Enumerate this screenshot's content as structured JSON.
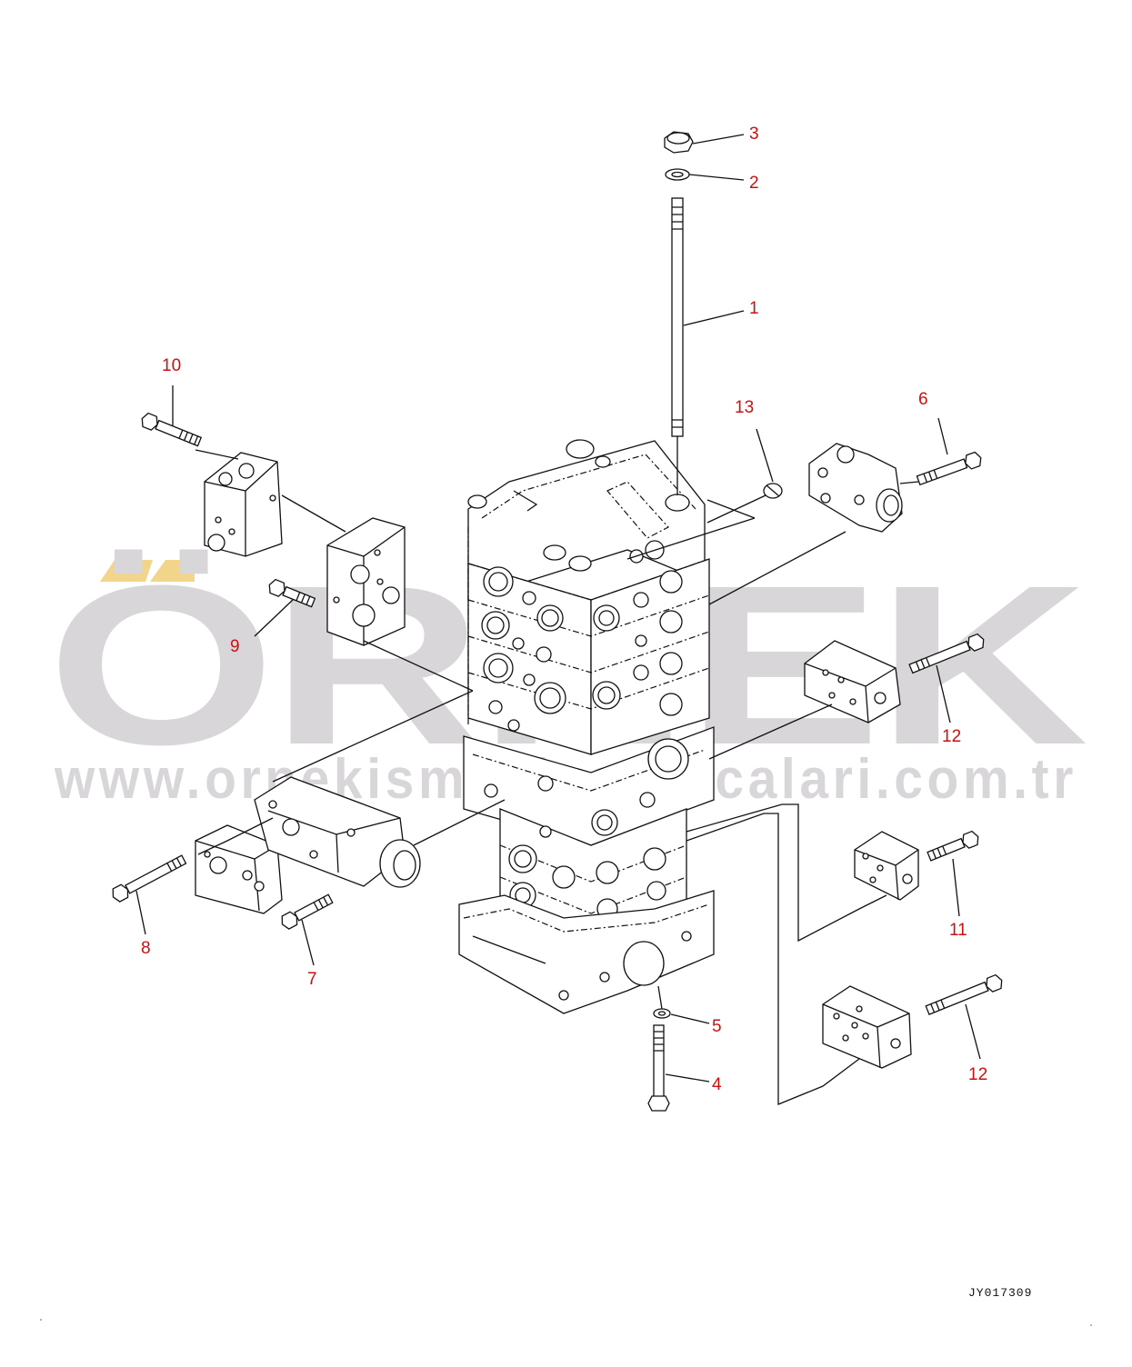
{
  "watermark": {
    "brand": "ÖRNEK",
    "url": "www.ornekismakinaparcalari.com.tr",
    "accent_color": "#f2d58a",
    "text_color": "#d9d6da"
  },
  "drawing_code": "JY017309",
  "callouts": [
    "1",
    "2",
    "3",
    "4",
    "5",
    "6",
    "7",
    "8",
    "9",
    "10",
    "11",
    "12",
    "12",
    "13"
  ],
  "colors": {
    "callout": "#cc1010",
    "line": "#111111"
  }
}
